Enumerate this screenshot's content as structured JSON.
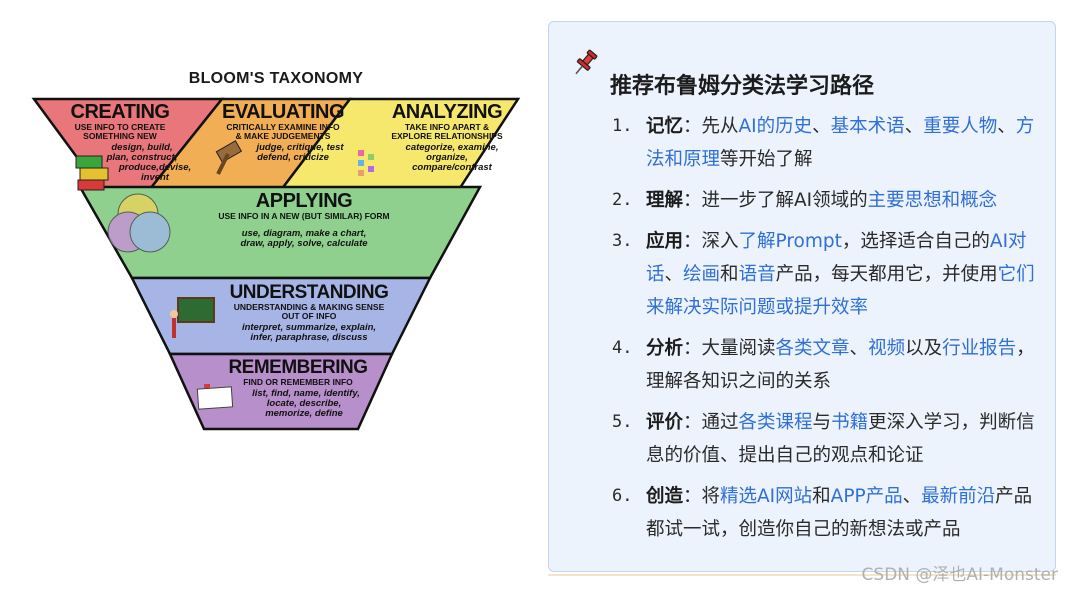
{
  "pyramid": {
    "title": "BLOOM'S TAXONOMY",
    "creating": {
      "name": "CREATING",
      "sub1": "USE INFO TO CREATE",
      "sub2": "SOMETHING NEW",
      "ex1": "design, build,",
      "ex2": "plan, construct,",
      "ex3": "produce,devise, invent"
    },
    "evaluating": {
      "name": "EVALUATING",
      "sub1": "CRITICALLY EXAMINE INFO",
      "sub2": "& MAKE JUDGEMENTS",
      "ex1": "judge, critique, test",
      "ex2": "defend, criticize"
    },
    "analyzing": {
      "name": "ANALYZING",
      "sub1": "TAKE INFO APART &",
      "sub2": "EXPLORE RELATIONSHIPS",
      "ex1": "categorize, examine,",
      "ex2": "organize,",
      "ex3": "compare/contrast"
    },
    "applying": {
      "name": "APPLYING",
      "sub1": "USE INFO IN A NEW (BUT SIMILAR) FORM",
      "ex1": "use, diagram, make a chart,",
      "ex2": "draw, apply, solve, calculate"
    },
    "understanding": {
      "name": "UNDERSTANDING",
      "sub1": "UNDERSTANDING & MAKING SENSE",
      "sub2": "OUT OF INFO",
      "ex1": "interpret, summarize, explain,",
      "ex2": "infer, paraphrase, discuss"
    },
    "remembering": {
      "name": "REMEMBERING",
      "sub1": "FIND OR REMEMBER INFO",
      "ex1": "list, find, name, identify,",
      "ex2": "locate, describe,",
      "ex3": "memorize, define"
    },
    "colors": {
      "creating": "#e8767a",
      "evaluating": "#f2ae54",
      "analyzing": "#f6e86c",
      "applying": "#8fd08f",
      "understanding": "#a7b4e6",
      "remembering": "#b78fca"
    }
  },
  "card": {
    "title": "推荐布鲁姆分类法学习路径",
    "items": [
      {
        "num": "1.",
        "t0": "记忆",
        "t1": "：先从",
        "t2": "AI的历史",
        "t3": "、",
        "t4": "基本术语",
        "t5": "、",
        "t6": "重要人物",
        "t7": "、",
        "t8": "方法和原理",
        "t9": "等开始了解"
      },
      {
        "num": "2.",
        "t0": "理解",
        "t1": "：进一步了解AI领域的",
        "t2": "主要思想和概念"
      },
      {
        "num": "3.",
        "t0": "应用",
        "t1": "：深入",
        "t2": "了解Prompt",
        "t3": "，选择适合自己的",
        "t4": "AI对话",
        "t5": "、",
        "t6": "绘画",
        "t7": "和",
        "t8": "语音",
        "t9": "产品，每天都用它，并使用",
        "t10": "它们来解决实际问题或提升效率"
      },
      {
        "num": "4.",
        "t0": "分析",
        "t1": "：大量阅读",
        "t2": "各类文章",
        "t3": "、",
        "t4": "视频",
        "t5": "以及",
        "t6": "行业报告",
        "t7": "，理解各知识之间的关系"
      },
      {
        "num": "5.",
        "t0": "评价",
        "t1": "：通过",
        "t2": "各类课程",
        "t3": "与",
        "t4": "书籍",
        "t5": "更深入学习，判断信息的价值、提出自己的观点和论证"
      },
      {
        "num": "6.",
        "t0": "创造",
        "t1": "：将",
        "t2": "精选AI网站",
        "t3": "和",
        "t4": "APP产品",
        "t5": "、",
        "t6": "最新前沿",
        "t7": "产品都试一试，创造你自己的新想法或产品"
      }
    ],
    "icon": "pushpin-icon",
    "link_color": "#2f6fd6",
    "background": "#edf3fd"
  },
  "watermark": "CSDN @泽也AI-Monster"
}
